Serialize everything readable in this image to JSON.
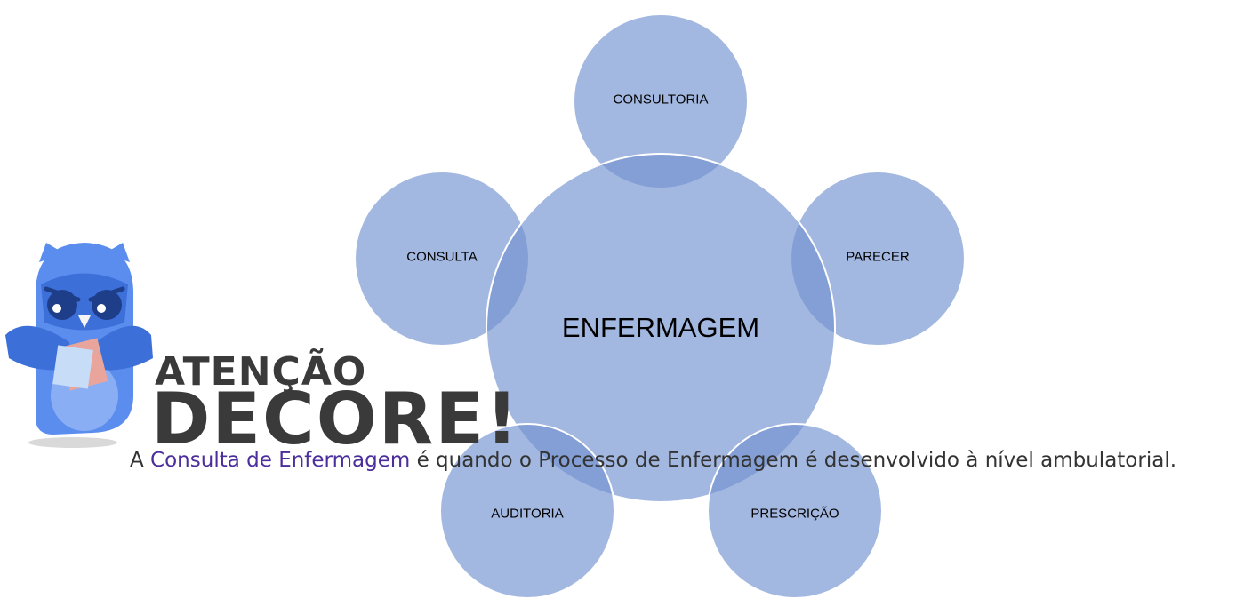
{
  "diagram": {
    "center": "ENFERMAGEM",
    "nodes": [
      "CONSULTORIA",
      "PARECER",
      "PRESCRIÇÃO",
      "AUDITORIA",
      "CONSULTA"
    ],
    "fill_color": "#7292cf",
    "border_color": "#ffffff"
  },
  "badge": {
    "line1": "ATENÇÃO",
    "line2": "DECORE!",
    "icon": "owl-mascot-icon"
  },
  "paragraph": {
    "lead": "A ",
    "highlight": "Consulta de Enfermagem",
    "rest": " é quando o Processo de Enfermagem é desenvolvido à nível ambulatorial.",
    "highlight_color": "#4b2e9c"
  }
}
